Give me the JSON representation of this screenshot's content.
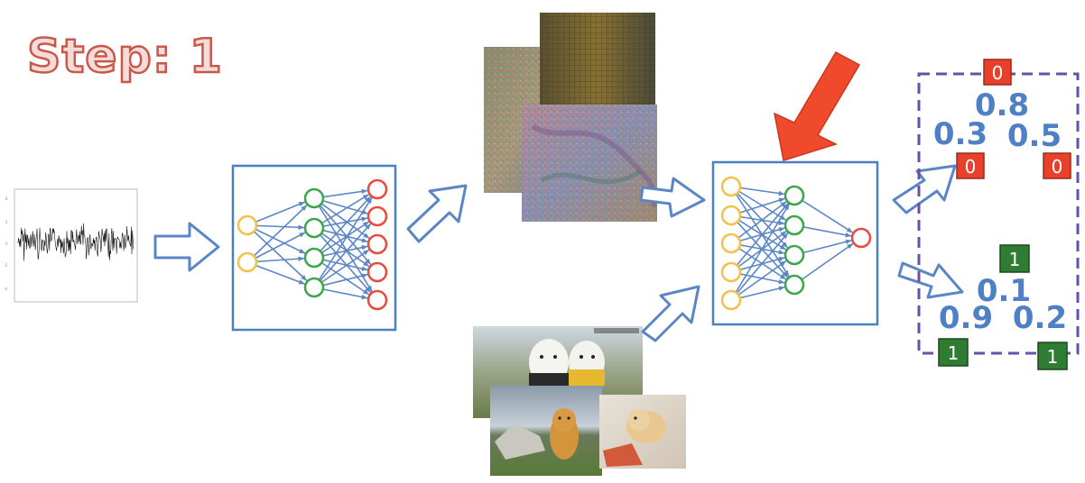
{
  "step": {
    "title": "Step: 1"
  },
  "fake_group": {
    "scores": {
      "top": "0.8",
      "left": "0.3",
      "right": "0.5"
    },
    "labels": {
      "top": "0",
      "left": "0",
      "right": "0"
    },
    "label_color": "#e8402a"
  },
  "real_group": {
    "scores": {
      "top": "0.1",
      "left": "0.9",
      "right": "0.2"
    },
    "labels": {
      "top": "1",
      "left": "1",
      "right": "1"
    },
    "label_color": "#2e7d32"
  },
  "colors": {
    "title_fill": "#f6dcd8",
    "title_stroke": "#c9584a",
    "network_box": "#4a7fc0",
    "input_node": "#f2c14a",
    "hidden_node": "#3ca64a",
    "output_node": "#e84a3c",
    "arrow": "#5b86c6",
    "pointer_arrow": "#ef4a2c",
    "score_text": "#4f7fc4",
    "dashed_box": "#6a4fa8"
  },
  "icons": {
    "noise_plot": "noise-waveform-plot",
    "generated_images": "noisy-generated-images",
    "real_images": "dog-photos"
  }
}
